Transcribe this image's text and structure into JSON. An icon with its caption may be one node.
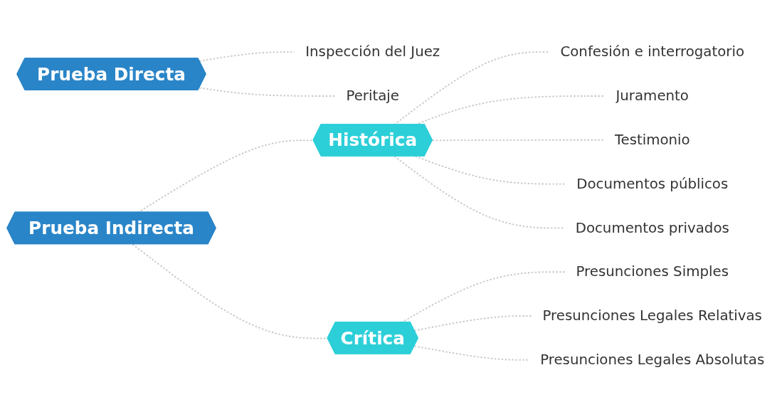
{
  "diagram": {
    "nodes": [
      {
        "text": [
          "Prueba Directa"
        ]
      },
      {
        "text": [
          "Inspección del Juez"
        ]
      },
      {
        "text": [
          "Peritaje"
        ]
      },
      {
        "text": [
          "Prueba Indirecta"
        ]
      },
      {
        "text": [
          "Histórica"
        ]
      },
      {
        "text": [
          "Confesión e interrogatorio"
        ]
      },
      {
        "text": [
          "Juramento"
        ]
      },
      {
        "text": [
          "Testimonio"
        ]
      },
      {
        "text": [
          "Documentos públicos"
        ]
      },
      {
        "text": [
          "Documentos privados"
        ]
      },
      {
        "text": [
          "Crítica"
        ]
      },
      {
        "text": [
          "Presunciones Simples"
        ]
      },
      {
        "text": [
          "Presunciones Legales Relativas"
        ]
      },
      {
        "text": [
          "Presunciones Legales Absolutas"
        ]
      }
    ],
    "edges": [
      {
        "from": 0,
        "to": 1,
        "arrow": "none",
        "style": "dashed"
      },
      {
        "from": 0,
        "to": 2,
        "arrow": "none",
        "style": "dashed"
      },
      {
        "from": 3,
        "to": 4,
        "arrow": "none",
        "style": "dashed"
      },
      {
        "from": 4,
        "to": 5,
        "arrow": "none",
        "style": "dashed"
      },
      {
        "from": 4,
        "to": 6,
        "arrow": "none",
        "style": "dashed"
      },
      {
        "from": 4,
        "to": 7,
        "arrow": "none",
        "style": "dashed"
      },
      {
        "from": 4,
        "to": 8,
        "arrow": "none",
        "style": "dashed"
      },
      {
        "from": 4,
        "to": 9,
        "arrow": "none",
        "style": "dashed"
      },
      {
        "from": 3,
        "to": 10,
        "arrow": "none",
        "style": "dashed"
      },
      {
        "from": 10,
        "to": 11,
        "arrow": "none",
        "style": "dashed"
      },
      {
        "from": 10,
        "to": 12,
        "arrow": "none",
        "style": "dashed"
      },
      {
        "from": 10,
        "to": 13,
        "arrow": "none",
        "style": "dashed"
      }
    ]
  }
}
